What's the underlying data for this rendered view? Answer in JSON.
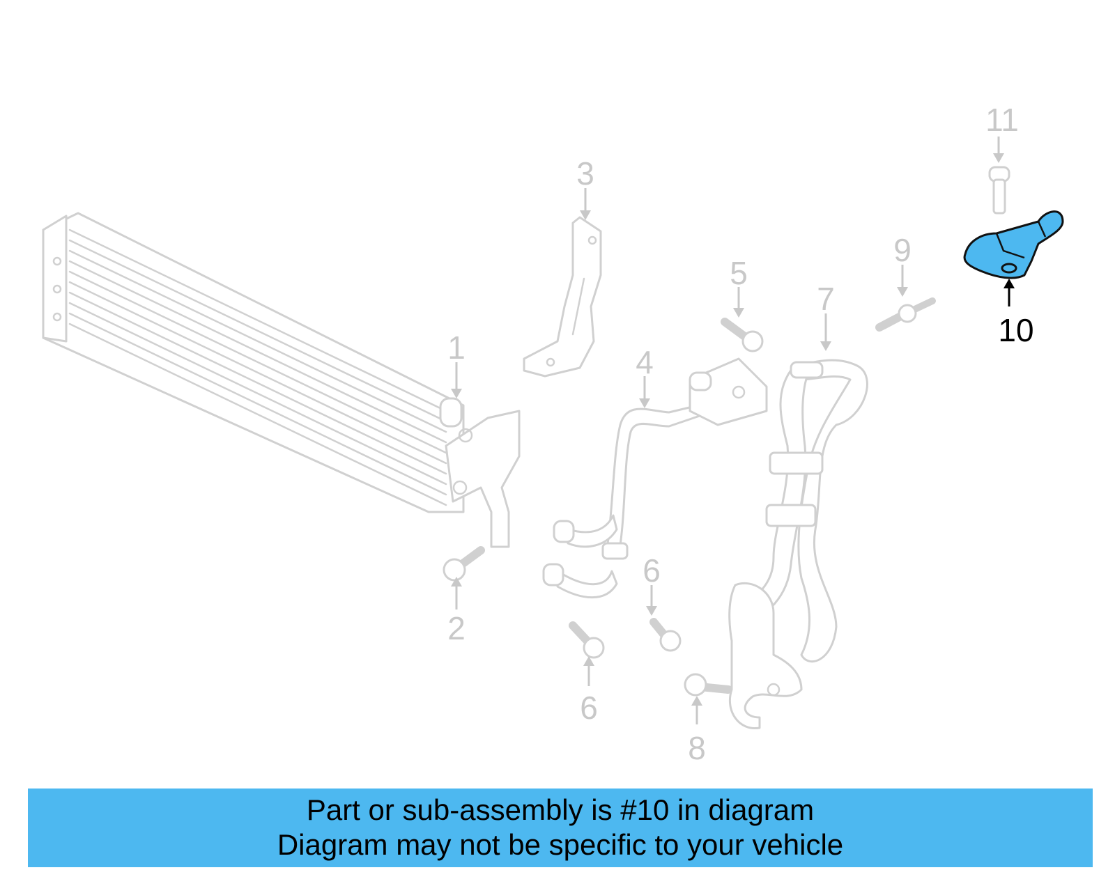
{
  "callouts": [
    {
      "id": "1",
      "text": "1"
    },
    {
      "id": "2",
      "text": "2"
    },
    {
      "id": "3",
      "text": "3"
    },
    {
      "id": "4",
      "text": "4"
    },
    {
      "id": "5",
      "text": "5"
    },
    {
      "id": "6a",
      "text": "6"
    },
    {
      "id": "6b",
      "text": "6"
    },
    {
      "id": "7",
      "text": "7"
    },
    {
      "id": "8",
      "text": "8"
    },
    {
      "id": "9",
      "text": "9"
    },
    {
      "id": "10",
      "text": "10"
    },
    {
      "id": "11",
      "text": "11"
    }
  ],
  "highlighted_part": "10",
  "colors": {
    "highlight": "#4db8f0",
    "dim": "#c8c8c8",
    "banner": "#4db8f0"
  },
  "banner": {
    "line1": "Part or sub-assembly is #10 in diagram",
    "line2": "Diagram may not be specific to your vehicle"
  }
}
